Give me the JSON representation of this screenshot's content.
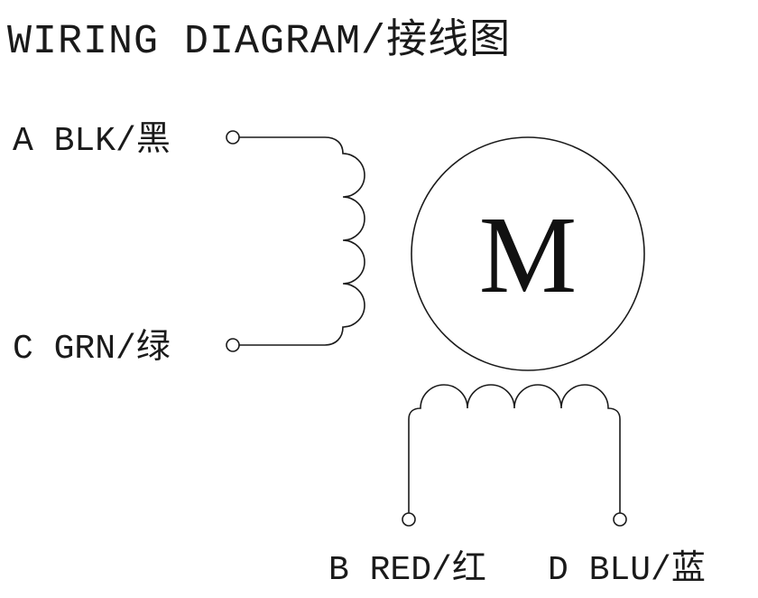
{
  "title": "WIRING DIAGRAM/接线图",
  "motor": {
    "label": "M"
  },
  "terminals": {
    "a": {
      "label": "A BLK/黑",
      "wire_color": "black"
    },
    "c": {
      "label": "C GRN/绿",
      "wire_color": "green"
    },
    "b": {
      "label": "B RED/红",
      "wire_color": "red"
    },
    "d": {
      "label": "D BLU/蓝",
      "wire_color": "blue"
    }
  },
  "colors": {
    "line": "#1a1a1a",
    "text": "#1a1a1a",
    "background": "#ffffff"
  }
}
